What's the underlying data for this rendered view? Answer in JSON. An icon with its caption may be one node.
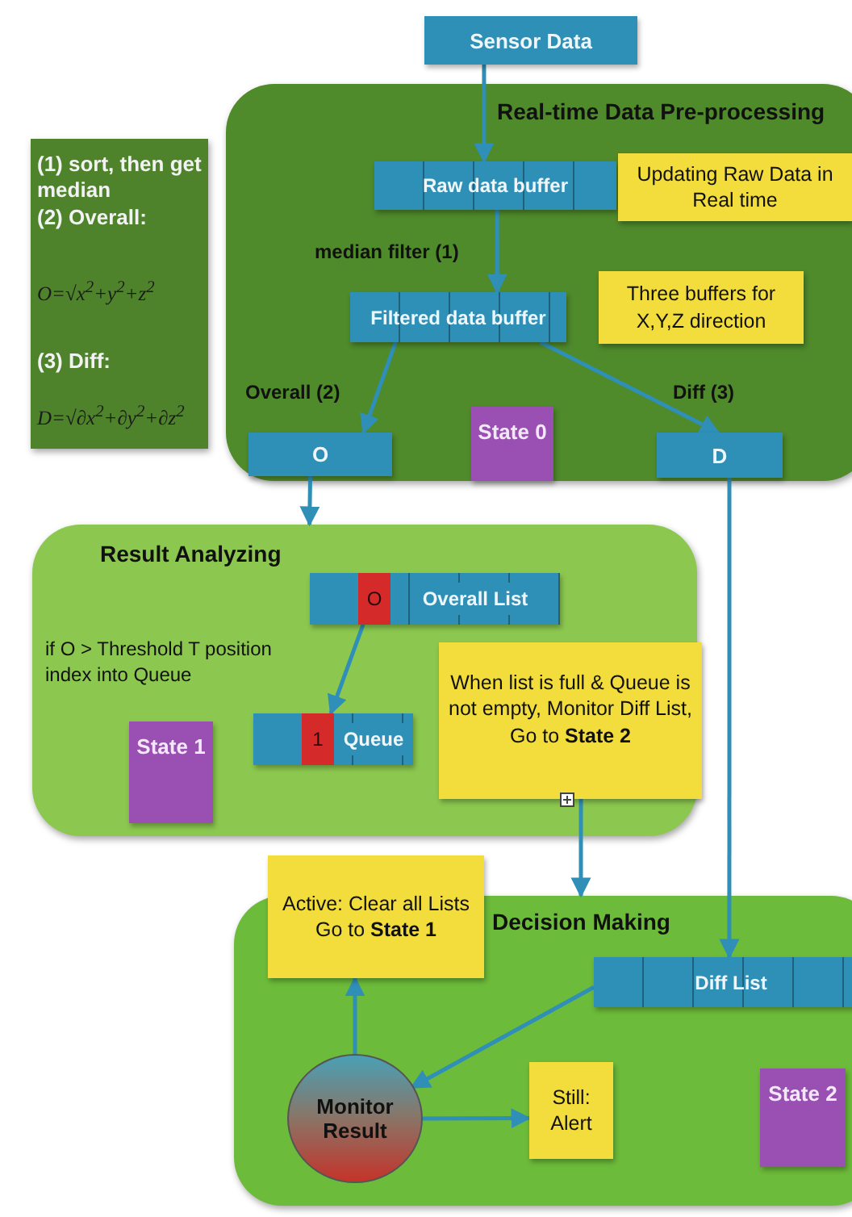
{
  "diagram": {
    "nodes": [
      {
        "text": [
          "Sensor Data"
        ]
      },
      {
        "text": [
          "(1) sort, then get median",
          "(2) Overall:",
          "O=√x$^{2}$+y$^{2}$+z$^{2}$",
          "(3) Diff:",
          "D=√∂x$^{2}$+∂y$^{2}$+∂z$^{2}$"
        ]
      },
      {
        "text": [
          "Real-time Data Pre-processing"
        ]
      },
      {
        "text": [
          "Raw data buffer"
        ],
        "in": 2
      },
      {
        "text": [
          "Updating Raw Data in Real time"
        ],
        "in": 2
      },
      {
        "text": [
          "Filtered data buffer"
        ],
        "in": 2
      },
      {
        "text": [
          "Three buffers for X,Y,Z direction"
        ],
        "in": 2
      },
      {
        "text": [
          "O"
        ],
        "in": 2
      },
      {
        "text": [
          "State 0"
        ],
        "in": 2
      },
      {
        "text": [
          "D"
        ],
        "in": 2
      },
      {
        "text": [
          "Result Analyzing"
        ]
      },
      {
        "text": [
          "O",
          "Overall List"
        ],
        "in": 10
      },
      {
        "text": [
          "1",
          "Queue"
        ],
        "in": 10
      },
      {
        "text": [
          "State 1"
        ],
        "in": 10
      },
      {
        "text": [
          "When list is full & Queue is not empty, Monitor Diff List, Go to **State 2**"
        ],
        "in": 10
      },
      {
        "text": [
          "Active: Clear all Lists Go to **State 1**"
        ]
      },
      {
        "text": [
          "Decision Making"
        ]
      },
      {
        "text": [
          "Diff List"
        ],
        "in": 16
      },
      {
        "text": [
          "Monitor Result"
        ],
        "in": 16
      },
      {
        "text": [
          "Still: Alert"
        ],
        "in": 16
      },
      {
        "text": [
          "State 2"
        ],
        "in": 16
      }
    ],
    "edges": [
      {
        "from": 0,
        "to": 3,
        "arrow": "to"
      },
      {
        "from": 3,
        "to": 5,
        "arrow": "to",
        "label": "median filter (1)"
      },
      {
        "from": 5,
        "to": 7,
        "arrow": "to",
        "label": "Overall (2)"
      },
      {
        "from": 5,
        "to": 9,
        "arrow": "to",
        "label": "Diff (3)"
      },
      {
        "from": 7,
        "to": 10,
        "arrow": "to"
      },
      {
        "from": 9,
        "to": 17,
        "arrow": "to"
      },
      {
        "from": 11,
        "to": 12,
        "arrow": "to"
      },
      {
        "from": 14,
        "to": 16,
        "arrow": "to"
      },
      {
        "from": 17,
        "to": 18,
        "arrow": "to"
      },
      {
        "from": 18,
        "to": 15,
        "arrow": "to"
      },
      {
        "from": 18,
        "to": 19,
        "arrow": "to"
      }
    ],
    "labels": [
      "if O > Threshold T position index into Queue"
    ]
  }
}
